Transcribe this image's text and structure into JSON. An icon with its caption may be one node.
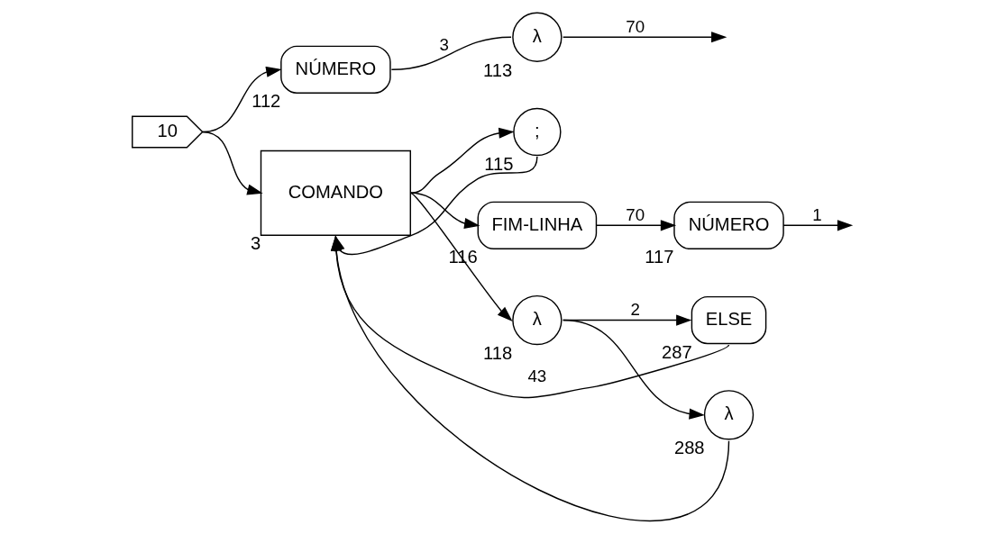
{
  "diagram": {
    "nodes": [
      {
        "text": [
          "10"
        ]
      },
      {
        "text": [
          "NÚMERO"
        ],
        "beside": [
          "112"
        ]
      },
      {
        "text": [
          "λ"
        ],
        "beside": [
          "113"
        ]
      },
      {
        "text": [
          "COMANDO"
        ],
        "beside": [
          "3"
        ]
      },
      {
        "text": [
          ";"
        ],
        "beside": [
          "115"
        ]
      },
      {
        "text": [
          "FIM-LINHA"
        ],
        "beside": [
          "116"
        ]
      },
      {
        "text": [
          "NÚMERO"
        ],
        "beside": [
          "117"
        ]
      },
      {
        "text": [
          "λ"
        ],
        "beside": [
          "118"
        ]
      },
      {
        "text": [
          "ELSE"
        ],
        "beside": [
          "287"
        ]
      },
      {
        "text": [
          "λ"
        ],
        "beside": [
          "288"
        ]
      }
    ],
    "edges": [
      {
        "from": 0,
        "to": 1,
        "arrow": "to"
      },
      {
        "from": 0,
        "to": 3,
        "arrow": "to"
      },
      {
        "from": 1,
        "to": 2,
        "arrow": "none",
        "label": "3"
      },
      {
        "from": 2,
        "to": null,
        "arrow": "to",
        "label": "70"
      },
      {
        "from": 3,
        "to": 4,
        "arrow": "to"
      },
      {
        "from": 4,
        "to": 3,
        "arrow": "to"
      },
      {
        "from": 3,
        "to": 5,
        "arrow": "to"
      },
      {
        "from": 5,
        "to": 6,
        "arrow": "to",
        "label": "70"
      },
      {
        "from": 6,
        "to": null,
        "arrow": "to",
        "label": "1"
      },
      {
        "from": 3,
        "to": 7,
        "arrow": "to"
      },
      {
        "from": 7,
        "to": 8,
        "arrow": "to",
        "label": "2"
      },
      {
        "from": 7,
        "to": 9,
        "arrow": "to"
      },
      {
        "from": 8,
        "to": 3,
        "arrow": "to",
        "label": "43"
      },
      {
        "from": 9,
        "to": 3,
        "arrow": "to"
      }
    ]
  }
}
